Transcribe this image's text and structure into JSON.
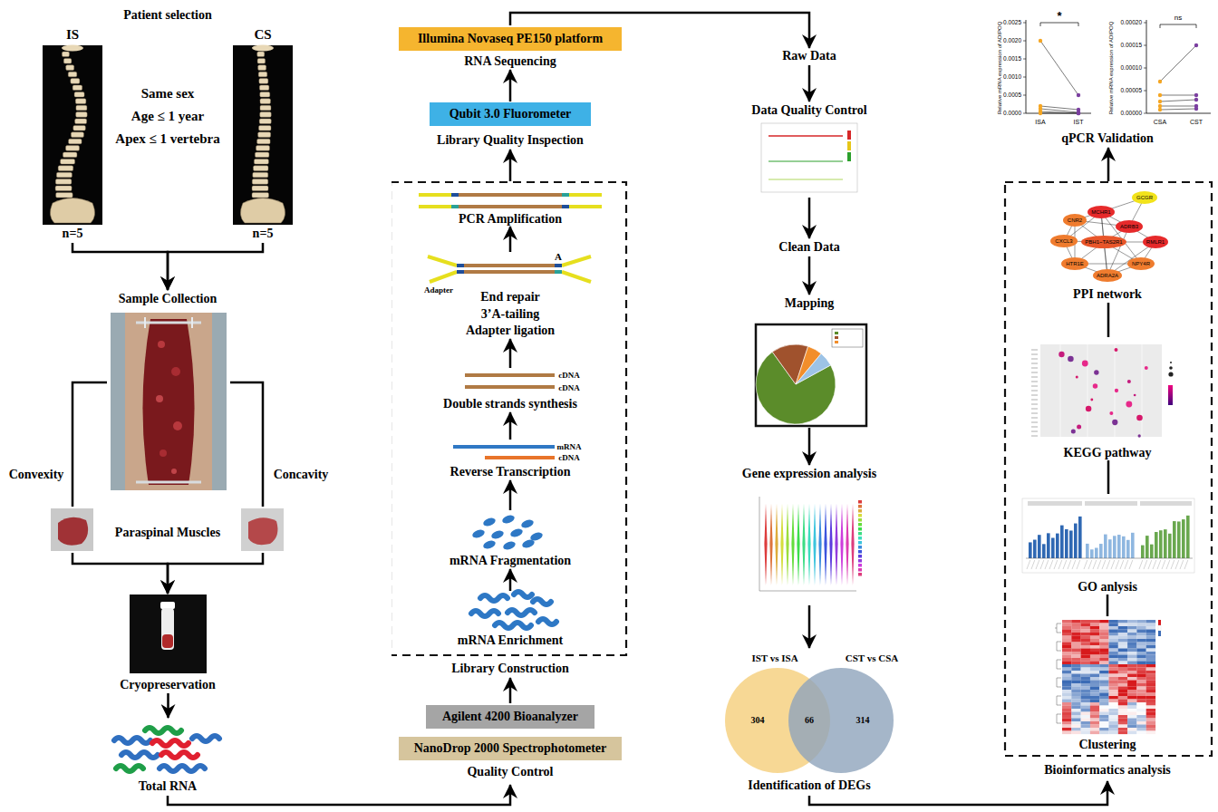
{
  "diagram": {
    "nodes": [
      {
        "text": [
          "Patient selection"
        ]
      },
      {
        "text": [
          "IS",
          "n=5"
        ],
        "in": 0
      },
      {
        "text": [
          "CS",
          "n=5"
        ],
        "in": 0
      },
      {
        "text": [
          "Sample Collection"
        ]
      },
      {
        "text": [
          "Convexity"
        ]
      },
      {
        "text": [
          "Concavity"
        ]
      },
      {
        "text": [
          "Cryopreservation"
        ]
      },
      {
        "text": [
          "Total RNA"
        ]
      },
      {
        "text": [
          "Quality Control"
        ]
      },
      {
        "text": [
          "NanoDrop 2000 Spectrophotometer"
        ],
        "in": 8
      },
      {
        "text": [
          "Agilent 4200 Bioanalyzer"
        ],
        "in": 8
      },
      {
        "text": [
          "Library Construction"
        ]
      },
      {
        "text": [
          "mRNA Enrichment"
        ],
        "in": 11
      },
      {
        "text": [
          "mRNA Fragmentation"
        ],
        "in": 11
      },
      {
        "text": [
          "Reverse Transcription"
        ],
        "in": 11
      },
      {
        "text": [
          "Double strands synthesis"
        ],
        "in": 11
      },
      {
        "text": [
          "End repair",
          "3’A-tailing",
          "Adapter ligation"
        ],
        "in": 11
      },
      {
        "text": [
          "PCR Amplification"
        ],
        "in": 11
      },
      {
        "text": [
          "Qubit 3.0 Fluorometer",
          "Library Quality Inspection"
        ]
      },
      {
        "text": [
          "Illumina Novaseq PE150 platform",
          "RNA Sequencing"
        ]
      },
      {
        "text": [
          "Raw Data"
        ]
      },
      {
        "text": [
          "Data Quality Control"
        ]
      },
      {
        "text": [
          "Clean Data"
        ]
      },
      {
        "text": [
          "Mapping"
        ]
      },
      {
        "text": [
          "Gene expression analysis"
        ]
      },
      {
        "text": [
          "Identification of DEGs"
        ]
      },
      {
        "text": [
          "Bioinformatics analysis"
        ]
      },
      {
        "text": [
          "Clustering"
        ],
        "in": 26
      },
      {
        "text": [
          "GO anlysis"
        ],
        "in": 26
      },
      {
        "text": [
          "KEGG pathway"
        ],
        "in": 26
      },
      {
        "text": [
          "PPI network"
        ],
        "in": 26
      },
      {
        "text": [
          "qPCR Validation"
        ]
      }
    ],
    "edges": [
      {
        "from": 1,
        "to": 3,
        "arrow": "to"
      },
      {
        "from": 2,
        "to": 3,
        "arrow": "to"
      },
      {
        "from": 3,
        "to": 4,
        "arrow": "none"
      },
      {
        "from": 3,
        "to": 5,
        "arrow": "none"
      },
      {
        "from": 4,
        "to": 6,
        "arrow": "to"
      },
      {
        "from": 5,
        "to": 6,
        "arrow": "to"
      },
      {
        "from": 6,
        "to": 7,
        "arrow": "to"
      },
      {
        "from": 7,
        "to": 8,
        "arrow": "to"
      },
      {
        "from": 8,
        "to": 11,
        "arrow": "to"
      },
      {
        "from": 12,
        "to": 13,
        "arrow": "to"
      },
      {
        "from": 13,
        "to": 14,
        "arrow": "to"
      },
      {
        "from": 14,
        "to": 15,
        "arrow": "to"
      },
      {
        "from": 15,
        "to": 16,
        "arrow": "to"
      },
      {
        "from": 16,
        "to": 17,
        "arrow": "to"
      },
      {
        "from": 11,
        "to": 18,
        "arrow": "to"
      },
      {
        "from": 18,
        "to": 19,
        "arrow": "to"
      },
      {
        "from": 19,
        "to": 20,
        "arrow": "to"
      },
      {
        "from": 20,
        "to": 21,
        "arrow": "to"
      },
      {
        "from": 21,
        "to": 22,
        "arrow": "to"
      },
      {
        "from": 22,
        "to": 23,
        "arrow": "to"
      },
      {
        "from": 23,
        "to": 24,
        "arrow": "to"
      },
      {
        "from": 24,
        "to": 25,
        "arrow": "to"
      },
      {
        "from": 25,
        "to": 26,
        "arrow": "to"
      },
      {
        "from": 27,
        "to": 28,
        "arrow": "none"
      },
      {
        "from": 28,
        "to": 29,
        "arrow": "none"
      },
      {
        "from": 29,
        "to": 30,
        "arrow": "none"
      },
      {
        "from": 26,
        "to": 31,
        "arrow": "to"
      }
    ],
    "labels": [
      "Same sex",
      "Age ≤ 1 year",
      "Apex ≤ 1 vertebra",
      "Paraspinal Muscles",
      "mRNA",
      "cDNA",
      "cDNA",
      "cDNA",
      "A",
      "Adapter",
      "IST vs ISA",
      "CST vs CSA",
      "304",
      "66",
      "314",
      "GCGR",
      "MCHR1",
      "CNR2",
      "ADRB3",
      "CXCL3",
      "PBH1~TAS2R1",
      "RMLR1",
      "HTR1E",
      "NPY4R",
      "ADRA2A",
      "*",
      "ns",
      "0.0025",
      "0.0020",
      "0.0015",
      "0.0010",
      "0.0005",
      "0.0000",
      "ISA",
      "IST",
      "Relative mRNA expression of ADIPOQ",
      "0.00020",
      "0.00015",
      "0.00010",
      "0.00005",
      "0.00000",
      "CSA",
      "CST",
      "Relative mRNA expression of ADIPOQ"
    ]
  }
}
